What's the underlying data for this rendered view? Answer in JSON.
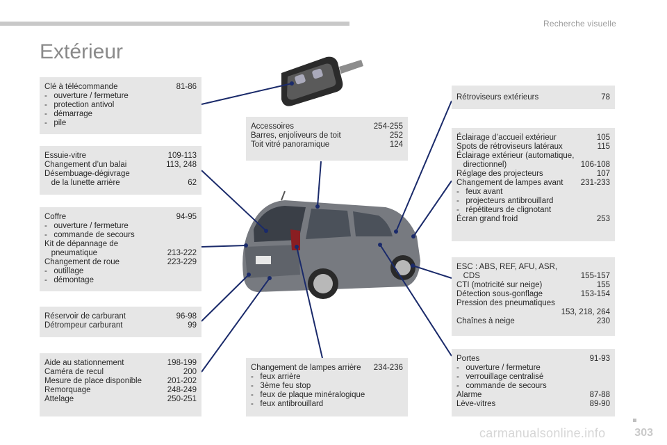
{
  "header": {
    "section": "Recherche visuelle",
    "title": "Extérieur"
  },
  "boxes": {
    "cle": {
      "rows": [
        {
          "label": "Clé à télécommande",
          "page": "81-86"
        },
        {
          "label": "-   ouverture / fermeture",
          "page": ""
        },
        {
          "label": "-   protection antivol",
          "page": ""
        },
        {
          "label": "-   démarrage",
          "page": ""
        },
        {
          "label": "-   pile",
          "page": ""
        }
      ]
    },
    "essuie": {
      "rows": [
        {
          "label": "Essuie-vitre",
          "page": "109-113"
        },
        {
          "label": "Changement d’un balai",
          "page": "113, 248"
        },
        {
          "label": "Désembuage-dégivrage",
          "page": ""
        },
        {
          "label": "   de la lunette arrière",
          "page": "62"
        }
      ]
    },
    "coffre": {
      "rows": [
        {
          "label": "Coffre",
          "page": "94-95"
        },
        {
          "label": "-   ouverture / fermeture",
          "page": ""
        },
        {
          "label": "-   commande de secours",
          "page": ""
        },
        {
          "label": "Kit de dépannage de",
          "page": ""
        },
        {
          "label": "   pneumatique",
          "page": "213-222"
        },
        {
          "label": "Changement de roue",
          "page": "223-229"
        },
        {
          "label": "-   outillage",
          "page": ""
        },
        {
          "label": "-   démontage",
          "page": ""
        }
      ]
    },
    "reservoir": {
      "rows": [
        {
          "label": "Réservoir de carburant",
          "page": "96-98"
        },
        {
          "label": "Détrompeur carburant",
          "page": "99"
        }
      ]
    },
    "aide": {
      "rows": [
        {
          "label": "Aide au stationnement",
          "page": "198-199"
        },
        {
          "label": "Caméra de recul",
          "page": "200"
        },
        {
          "label": "Mesure de place disponible",
          "page": "201-202"
        },
        {
          "label": "Remorquage",
          "page": "248-249"
        },
        {
          "label": "Attelage",
          "page": "250-251"
        }
      ]
    },
    "accessoires": {
      "rows": [
        {
          "label": "Accessoires",
          "page": "254-255"
        },
        {
          "label": "Barres, enjoliveurs de toit",
          "page": "252"
        },
        {
          "label": "Toit vitré panoramique",
          "page": "124"
        }
      ]
    },
    "lampes_arriere": {
      "rows": [
        {
          "label": "Changement de lampes arrière",
          "page": "234-236"
        },
        {
          "label": "-   feux arrière",
          "page": ""
        },
        {
          "label": "-   3ème feu stop",
          "page": ""
        },
        {
          "label": "-   feux de plaque minéralogique",
          "page": ""
        },
        {
          "label": "-   feux antibrouillard",
          "page": ""
        }
      ]
    },
    "retro": {
      "rows": [
        {
          "label": "Rétroviseurs extérieurs",
          "page": "78"
        }
      ]
    },
    "eclairage": {
      "rows": [
        {
          "label": "Éclairage d’accueil extérieur",
          "page": "105"
        },
        {
          "label": "Spots de rétroviseurs latéraux",
          "page": "115"
        },
        {
          "label": "Éclairage extérieur (automatique,",
          "page": ""
        },
        {
          "label": "   directionnel)",
          "page": "106-108"
        },
        {
          "label": "Réglage des projecteurs",
          "page": "107"
        },
        {
          "label": "Changement de lampes avant",
          "page": "231-233"
        },
        {
          "label": "-   feux avant",
          "page": ""
        },
        {
          "label": "-   projecteurs antibrouillard",
          "page": ""
        },
        {
          "label": "-   répétiteurs de clignotant",
          "page": ""
        },
        {
          "label": "Écran grand froid",
          "page": "253"
        }
      ]
    },
    "esc": {
      "rows": [
        {
          "label": "ESC : ABS, REF, AFU, ASR,",
          "page": ""
        },
        {
          "label": "   CDS",
          "page": "155-157"
        },
        {
          "label": "CTI (motricité sur neige)",
          "page": "155"
        },
        {
          "label": "Détection sous-gonflage",
          "page": "153-154"
        },
        {
          "label": "Pression des pneumatiques",
          "page": ""
        },
        {
          "label": "",
          "page": "153, 218, 264"
        },
        {
          "label": "Chaînes à neige",
          "page": "230"
        }
      ]
    },
    "portes": {
      "rows": [
        {
          "label": "Portes",
          "page": "91-93"
        },
        {
          "label": "-   ouverture / fermeture",
          "page": ""
        },
        {
          "label": "-   verrouillage centralisé",
          "page": ""
        },
        {
          "label": "-   commande de secours",
          "page": ""
        },
        {
          "label": "Alarme",
          "page": "87-88"
        },
        {
          "label": "Lève-vitres",
          "page": "89-90"
        }
      ]
    }
  },
  "footer": {
    "page_number": "303",
    "watermark": "carmanualsonline.info"
  },
  "colors": {
    "box_bg": "#e6e6e6",
    "callout_line": "#1a2a6a",
    "title": "#8a8a8a"
  }
}
